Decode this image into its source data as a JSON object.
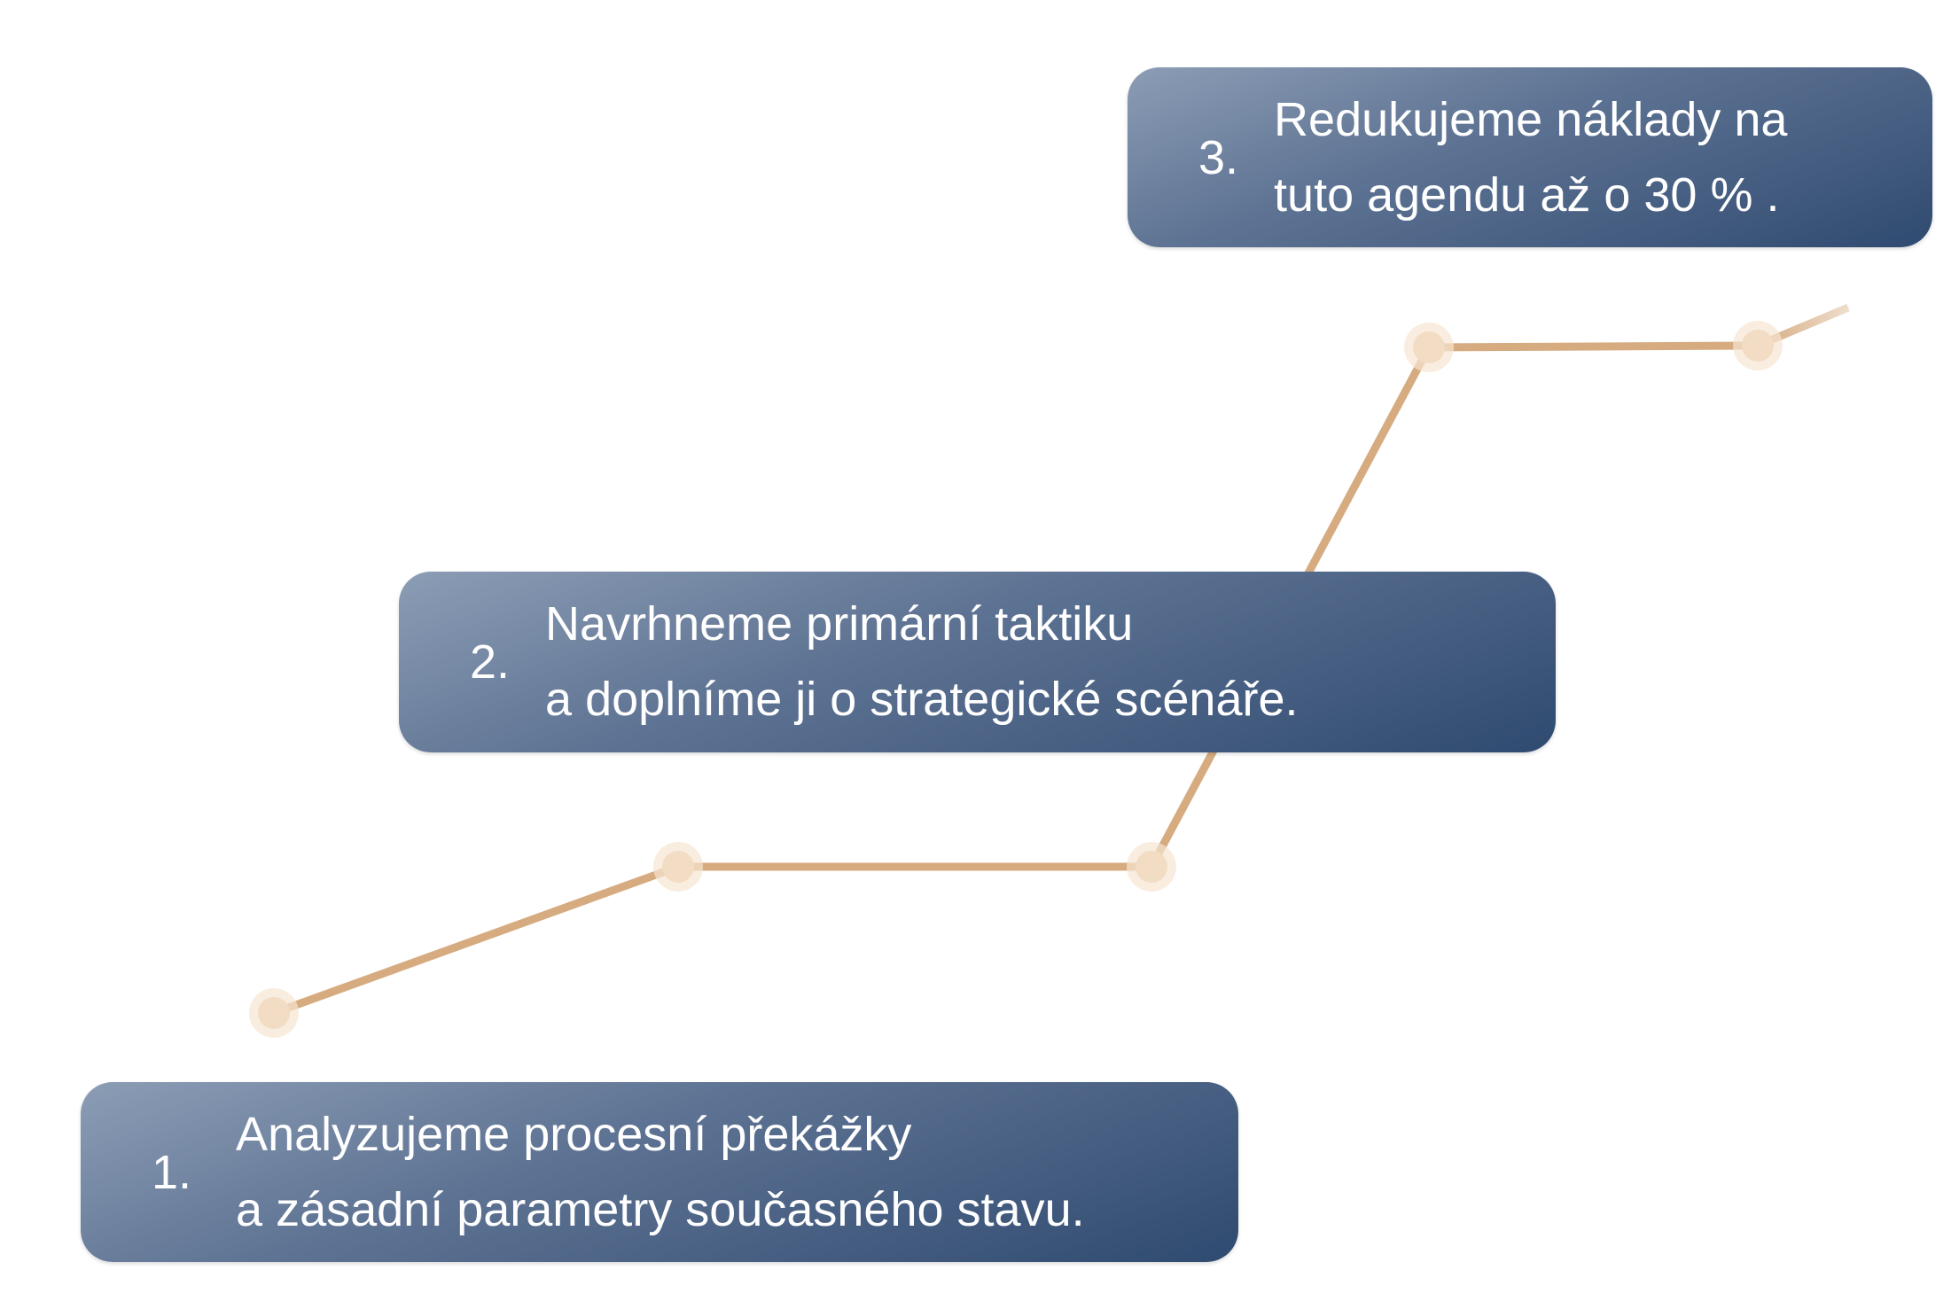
{
  "steps": [
    {
      "number": "1.",
      "line1": "Analyzujeme procesní překážky",
      "line2": "a zásadní parametry současného stavu."
    },
    {
      "number": "2.",
      "line1": "Navrhneme primární taktiku",
      "line2": "a doplníme ji o strategické scénáře."
    },
    {
      "number": "3.",
      "line1": "Redukujeme náklady na",
      "line2": "tuto agendu až o 30 % ."
    }
  ],
  "colors": {
    "line": "#d6ab80",
    "dot": "#f2dcc3",
    "box_start": "#8c9db5",
    "box_end": "#2f4a70"
  }
}
